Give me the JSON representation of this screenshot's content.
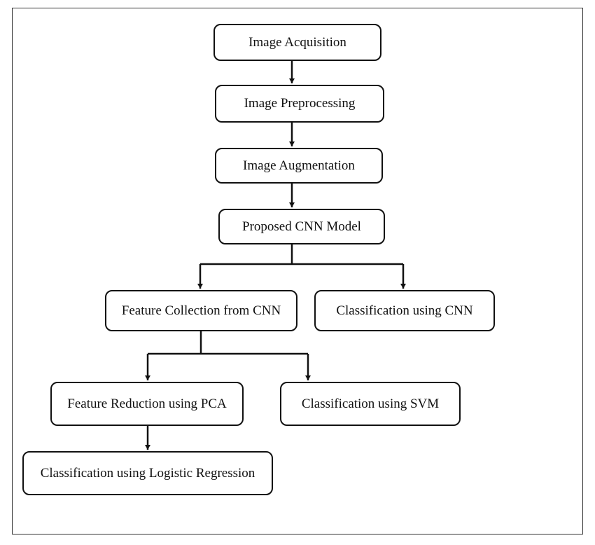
{
  "flowchart": {
    "steps": [
      {
        "id": "acquisition",
        "label": "Image Acquisition"
      },
      {
        "id": "preprocessing",
        "label": "Image Preprocessing"
      },
      {
        "id": "augmentation",
        "label": "Image Augmentation"
      },
      {
        "id": "cnn_model",
        "label": "Proposed CNN Model"
      },
      {
        "id": "feature_collection",
        "label": "Feature Collection from CNN"
      },
      {
        "id": "classification_cnn",
        "label": "Classification using CNN"
      },
      {
        "id": "feature_reduction",
        "label": "Feature Reduction using PCA"
      },
      {
        "id": "classification_svm",
        "label": "Classification using SVM"
      },
      {
        "id": "classification_lr",
        "label": "Classification using Logistic Regression"
      }
    ],
    "edges": [
      {
        "from": "acquisition",
        "to": "preprocessing"
      },
      {
        "from": "preprocessing",
        "to": "augmentation"
      },
      {
        "from": "augmentation",
        "to": "cnn_model"
      },
      {
        "from": "cnn_model",
        "to": "feature_collection"
      },
      {
        "from": "cnn_model",
        "to": "classification_cnn"
      },
      {
        "from": "feature_collection",
        "to": "feature_reduction"
      },
      {
        "from": "feature_collection",
        "to": "classification_svm"
      },
      {
        "from": "feature_reduction",
        "to": "classification_lr"
      }
    ]
  }
}
